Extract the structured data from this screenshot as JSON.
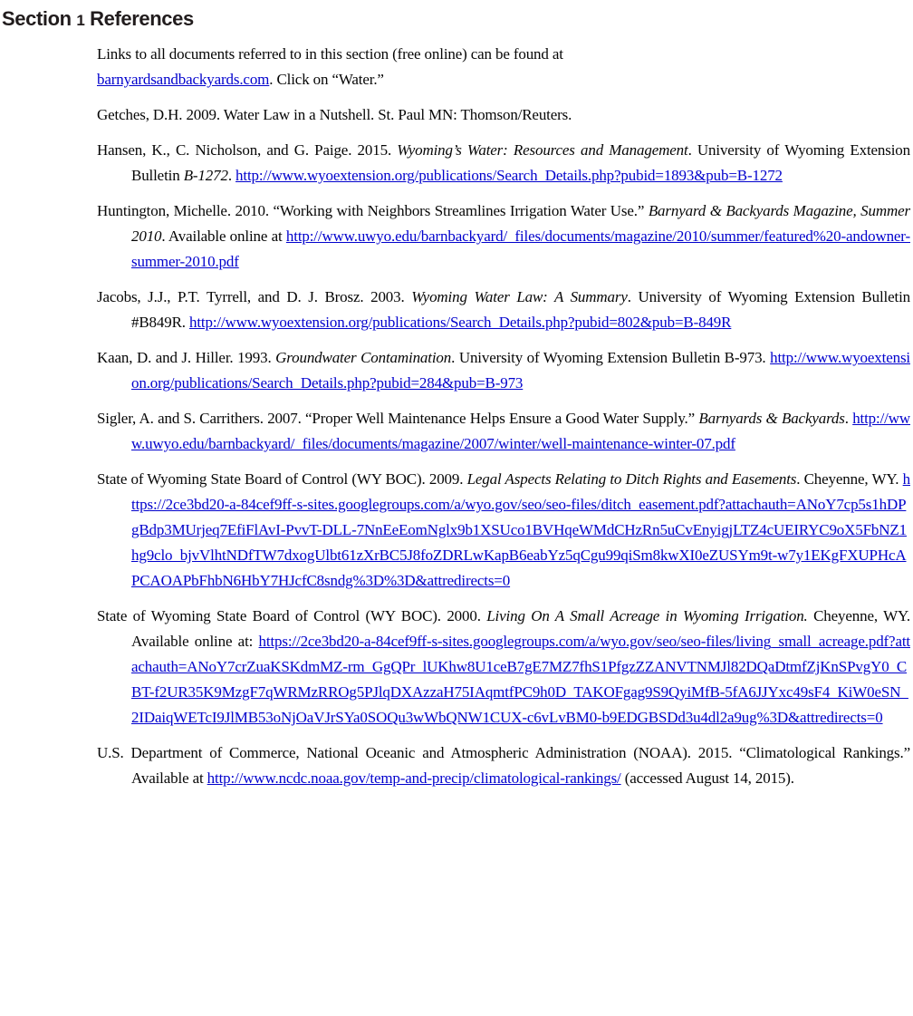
{
  "page": {
    "background": "#ffffff",
    "text_color": "#060606",
    "link_color": "#0202cd",
    "title_color": "#211c1d"
  },
  "title": {
    "pre": "Section",
    "num": "1",
    "post": "References"
  },
  "references": [
    {
      "hanging": false,
      "runs": [
        {
          "t": "Links to all documents referred to in this section (free online) can be found at",
          "s": "plain"
        },
        {
          "t": "",
          "s": "br"
        },
        {
          "t": "barnyardsandbackyards.com",
          "s": "link"
        },
        {
          "t": ". Click on “Water.”",
          "s": "plain"
        }
      ]
    },
    {
      "hanging": true,
      "runs": [
        {
          "t": "Getches, D.H. 2009. Water Law in a Nutshell. St. Paul MN: Thomson/Reuters.",
          "s": "plain"
        }
      ]
    },
    {
      "hanging": true,
      "runs": [
        {
          "t": "Hansen, K., C. Nicholson, and G. Paige. 2015. ",
          "s": "plain"
        },
        {
          "t": "Wyoming’s Water: Resources and Management",
          "s": "italic"
        },
        {
          "t": ". University of Wyoming Extension Bulletin ",
          "s": "plain"
        },
        {
          "t": "B-1272",
          "s": "italic"
        },
        {
          "t": ". ",
          "s": "plain"
        },
        {
          "t": "http://www.wyoextension.org/publications/Search_Details.php?pubid=1893&pub=B-1272",
          "s": "link"
        }
      ]
    },
    {
      "hanging": true,
      "runs": [
        {
          "t": "Huntington, Michelle. 2010. “Working with Neighbors Streamlines Irrigation Water Use.” ",
          "s": "plain"
        },
        {
          "t": "Barnyard & Backyards Magazine, Summer 2010",
          "s": "italic"
        },
        {
          "t": ". Available online at ",
          "s": "plain"
        },
        {
          "t": "http://www.uwyo.edu/barnbackyard/_files/documents/magazine/2010/summer/featured%20-andowner-summer-2010.pdf",
          "s": "link"
        }
      ]
    },
    {
      "hanging": true,
      "runs": [
        {
          "t": "Jacobs, J.J., P.T. Tyrrell, and D. J. Brosz. 2003. ",
          "s": "plain"
        },
        {
          "t": "Wyoming Water Law: A Summary",
          "s": "italic"
        },
        {
          "t": ". University of Wyoming Extension Bulletin #B849R. ",
          "s": "plain"
        },
        {
          "t": "http://www.wyoextension.org/publications/Search_Details.php?pubid=802&pub=B-849R",
          "s": "link"
        }
      ]
    },
    {
      "hanging": true,
      "runs": [
        {
          "t": "Kaan, D. and J. Hiller. 1993. ",
          "s": "plain"
        },
        {
          "t": "Groundwater Contamination",
          "s": "italic"
        },
        {
          "t": ". University of Wyoming Extension Bulletin B-973. ",
          "s": "plain"
        },
        {
          "t": "http://www.wyoextension.org/publications/Search_Details.php?pubid=284&pub=B-973",
          "s": "link"
        }
      ]
    },
    {
      "hanging": true,
      "runs": [
        {
          "t": "Sigler, A. and S. Carrithers. 2007. “Proper Well Maintenance Helps Ensure a Good Water Supply.” ",
          "s": "plain"
        },
        {
          "t": "Barnyards & Backyards",
          "s": "italic"
        },
        {
          "t": ". ",
          "s": "plain"
        },
        {
          "t": "http://www.uwyo.edu/barnbackyard/_files/documents/magazine/2007/winter/well-maintenance-winter-07.pdf",
          "s": "link"
        }
      ]
    },
    {
      "hanging": true,
      "runs": [
        {
          "t": "State of Wyoming State Board of Control (WY BOC). 2009. ",
          "s": "plain"
        },
        {
          "t": "Legal Aspects Relating to Ditch Rights and Easements",
          "s": "italic"
        },
        {
          "t": ". Cheyenne, WY. ",
          "s": "plain"
        },
        {
          "t": "https://2ce3bd20-a-84cef9ff-s-sites.googlegroups.com/a/wyo.gov/seo/seo-files/ditch_easement.pdf?attachauth=ANoY7cp5s1hDPgBdp3MUrjeq7EfiFlAvI-PvvT-DLL-7NnEeEomNglx9b1XSUco1BVHqeWMdCHzRn5uCvEnyigjLTZ4cUEIRYC9oX5FbNZ1hg9clo_bjvVlhtNDfTW7dxogUlbt61zXrBC5J8foZDRLwKapB6eabYz5qCgu99qiSm8kwXI0eZUSYm9t-w7y1EKgFXUPHcAPCAOAPbFhbN6HbY7HJcfC8sndg%3D%3D&attredirects=0",
          "s": "link"
        }
      ]
    },
    {
      "hanging": true,
      "runs": [
        {
          "t": "State of Wyoming State Board of Control (WY BOC). 2000. ",
          "s": "plain"
        },
        {
          "t": "Living On A Small Acreage in Wyoming Irrigation.",
          "s": "italic"
        },
        {
          "t": " Cheyenne, WY. Available online at: ",
          "s": "plain"
        },
        {
          "t": "https://2ce3bd20-a-84cef9ff-s-sites.googlegroups.com/a/wyo.gov/seo/seo-files/living_small_acreage.pdf?attachauth=ANoY7crZuaKSKdmMZ-rm_GgQPr_lUKhw8U1ceB7gE7MZ7fhS1PfgzZZANVTNMJl82DQaDtmfZjKnSPvgY0_CBT-f2UR35K9MzgF7qWRMzRROg5PJlqDXAzzaH75IAqmtfPC9h0D_TAKOFgag9S9QyiMfB-5fA6JJYxc49sF4_KiW0eSN_2IDaiqWETcI9JlMB53oNjOaVJrSYa0SOQu3wWbQNW1CUX-c6vLvBM0-b9EDGBSDd3u4dl2a9ug%3D&attredirects=0",
          "s": "link"
        }
      ]
    },
    {
      "hanging": true,
      "runs": [
        {
          "t": "U.S. Department of Commerce, National Oceanic and Atmospheric Administration (NOAA). 2015. “Climatological Rankings.” Available at ",
          "s": "plain"
        },
        {
          "t": "http://www.ncdc.noaa.gov/temp-and-precip/climatological-rankings/",
          "s": "link"
        },
        {
          "t": " (accessed August 14, 2015).",
          "s": "plain"
        }
      ]
    }
  ]
}
